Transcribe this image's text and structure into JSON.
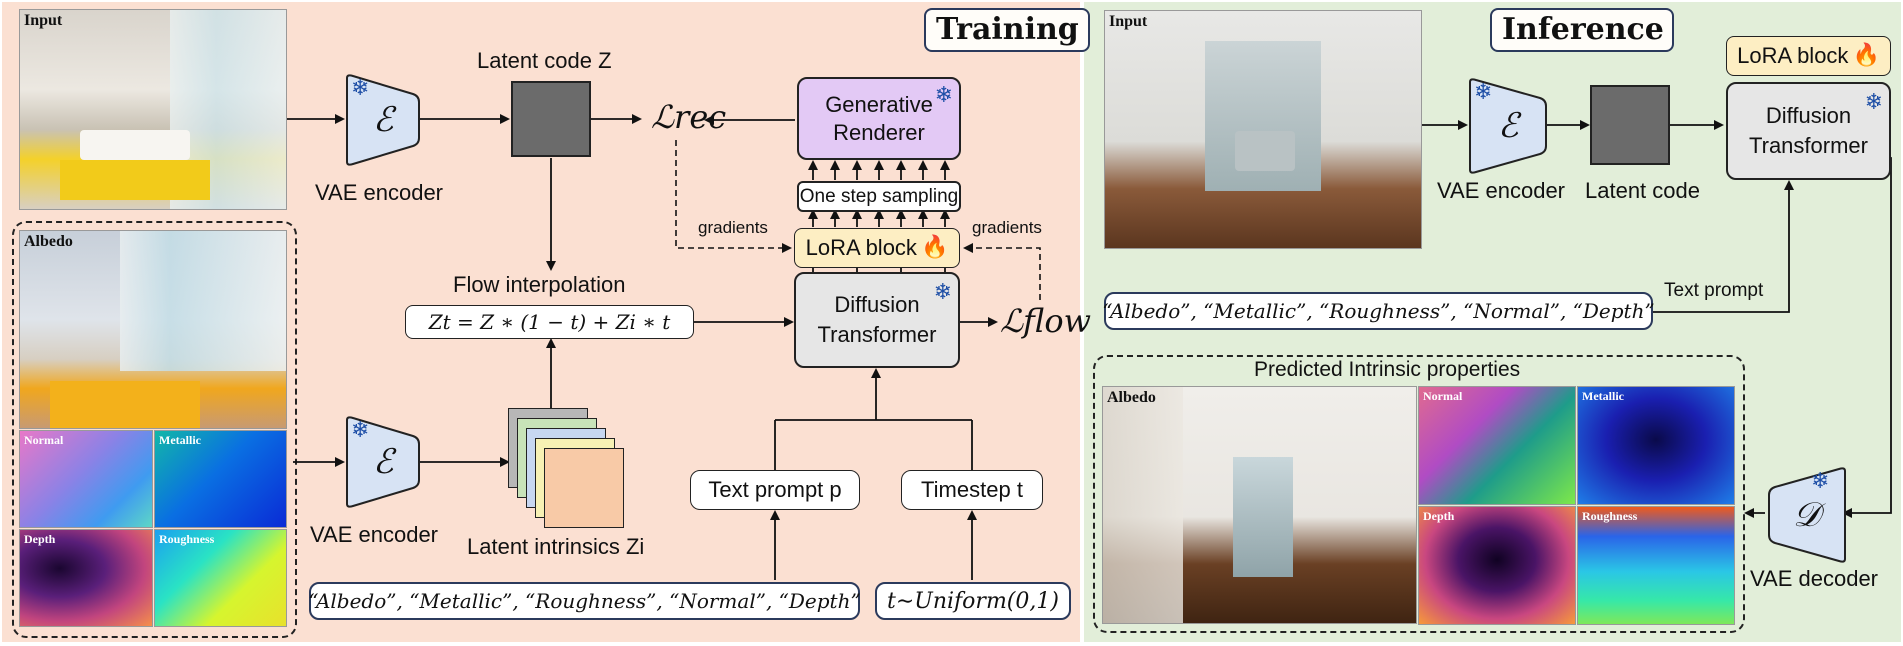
{
  "training": {
    "title": "Training",
    "input_label": "Input",
    "vae_encoder_top": "VAE encoder",
    "latent_code_z": "Latent code Z",
    "loss_rec": "ℒrec",
    "generative_renderer": "Generative Renderer",
    "one_step_sampling": "One step sampling",
    "gradients_left": "gradients",
    "gradients_right": "gradients",
    "lora_block": "LoRA block",
    "flow_interpolation": "Flow interpolation",
    "flow_equation": "Zt = Z ∗ (1 − t) + Zi ∗ t",
    "diffusion_transformer": "Diffusion Transformer",
    "loss_flow": "ℒflow",
    "albedo_label": "Albedo",
    "normal_label": "Normal",
    "metallic_label": "Metallic",
    "depth_label": "Depth",
    "roughness_label": "Roughness",
    "vae_encoder_bottom": "VAE encoder",
    "latent_intrinsics": "Latent intrinsics Zi",
    "text_prompt": "Text prompt p",
    "timestep": "Timestep t",
    "prompt_text": "“Albedo”, “Metallic”, “Roughness”, “Normal”, “Depth”",
    "uniform": "t∼Uniform(0,1)",
    "encoder_symbol": "ℰ"
  },
  "inference": {
    "title": "Inference",
    "input_label": "Input",
    "vae_encoder": "VAE encoder",
    "latent_code": "Latent code",
    "lora_block": "LoRA block",
    "diffusion_transformer": "Diffusion Transformer",
    "text_prompt": "Text prompt",
    "prompt_text": "“Albedo”, “Metallic”, “Roughness”, “Normal”, “Depth”",
    "predicted_title": "Predicted Intrinsic properties",
    "albedo_label": "Albedo",
    "normal_label": "Normal",
    "metallic_label": "Metallic",
    "depth_label": "Depth",
    "roughness_label": "Roughness",
    "vae_decoder": "VAE decoder",
    "encoder_symbol": "ℰ",
    "decoder_symbol": "𝒟"
  },
  "icons": [
    "snowflake-icon",
    "flame-icon"
  ],
  "colors": {
    "training_bg": "#fbe0d2",
    "inference_bg": "#e2eed9",
    "encoder_fill": "#d7e3f4",
    "renderer_fill": "#e3c9f5",
    "lora_fill": "#fdeec3",
    "latent_fill": "#6b6b6b",
    "snowflake": "#1d4ea6",
    "flame": "#e2321c"
  }
}
